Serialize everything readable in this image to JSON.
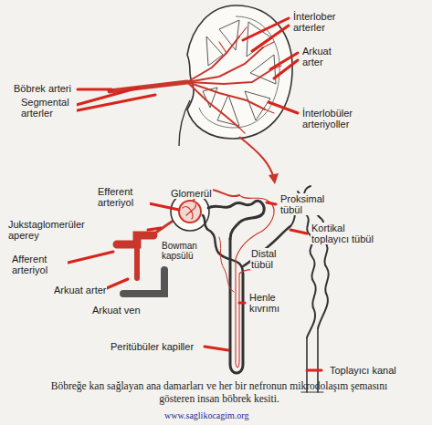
{
  "diagram": {
    "caption": "Böbreğe kan sağlayan ana damarları ve her bir nefronun mikrodolaşım şemasını gösteren insan böbrek kesiti.",
    "labels": [
      "İnterlober arterler",
      "Böbrek arteri",
      "Arkuat arter",
      "Segmental arterler",
      "İnterlobüler arteriyoller",
      "Efferent arteriyol",
      "Glomerül",
      "Proksimal tübül",
      "Jukstaglomerüler aperey",
      "Kortikal toplayıcı tübül",
      "Afferent arteriyol",
      "Bowman kapsülü",
      "Distal tübül",
      "Arkuat arter",
      "Henle kıvrımı",
      "Arkuat ven",
      "Peritübüler kapiller",
      "Toplayıcı kanal",
      "www.saglikocagim.org"
    ]
  }
}
